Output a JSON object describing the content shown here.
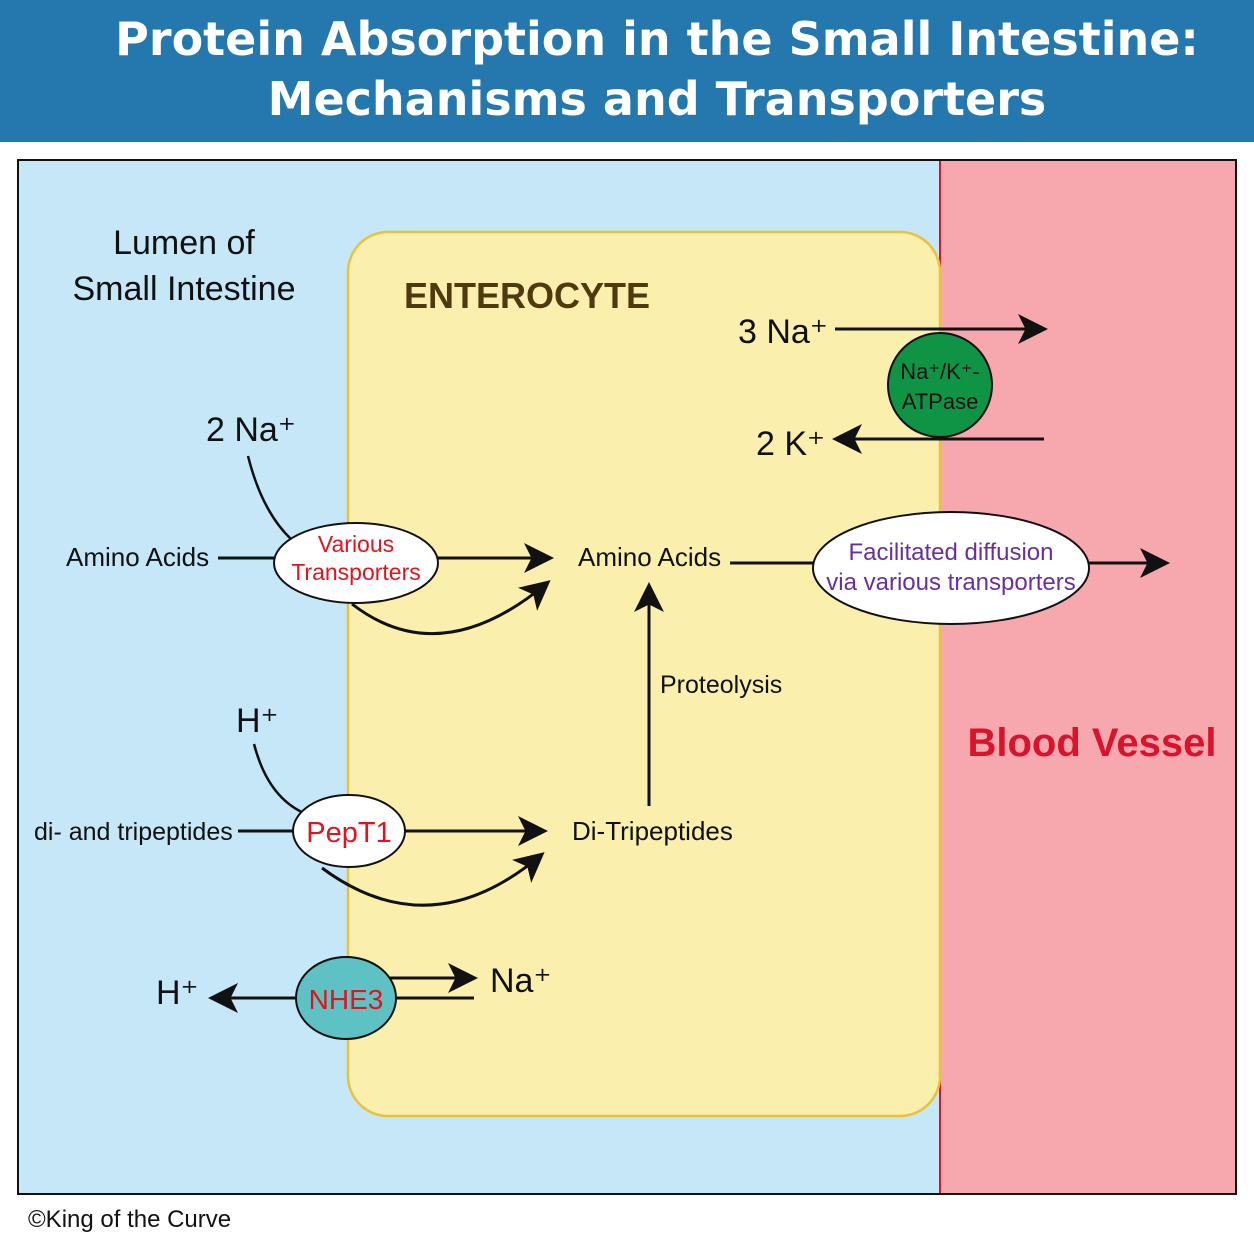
{
  "title": {
    "line1": "Protein Absorption in the Small Intestine:",
    "line2": "Mechanisms and Transporters"
  },
  "regions": {
    "lumen": "Lumen of\nSmall Intestine",
    "lumen_line1": "Lumen of",
    "lumen_line2": "Small Intestine",
    "enterocyte": "ENTEROCYTE",
    "blood_vessel": "Blood Vessel"
  },
  "pump": {
    "label_line1": "Na⁺/K⁺-",
    "label_line2": "ATPase",
    "out_ion": "3 Na⁺",
    "in_ion": "2 K⁺"
  },
  "amino_acid_path": {
    "cotransport_ion": "2 Na⁺",
    "source": "Amino Acids",
    "transporter_line1": "Various",
    "transporter_line2": "Transporters",
    "product": "Amino Acids",
    "exit_line1": "Facilitated diffusion",
    "exit_line2": "via various transporters"
  },
  "peptide_path": {
    "cotransport_ion": "H⁺",
    "source": "di- and tripeptides",
    "transporter": "PepT1",
    "product": "Di-Tripeptides",
    "conversion": "Proteolysis"
  },
  "exchanger": {
    "label": "NHE3",
    "out_ion": "H⁺",
    "in_ion": "Na⁺"
  },
  "colors": {
    "header": "#2478ad",
    "lumen": "#c6e7f8",
    "enterocyte": "#fbefae",
    "enterocyte_border": "#e9c23d",
    "blood": "#f7a8ae",
    "blood_border": "#d8132b",
    "pump": "#0f9446",
    "exchanger": "#5ec2c4",
    "transporter_text": "#e0141c",
    "exit_text": "#6a2f9e"
  },
  "credit": "©King of the Curve"
}
